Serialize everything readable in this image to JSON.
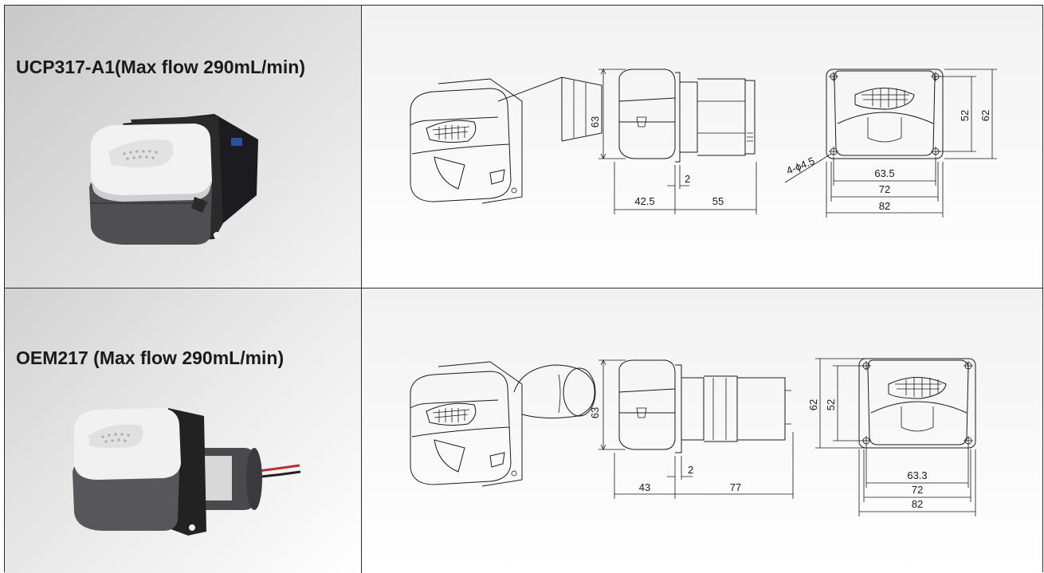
{
  "rows": [
    {
      "model": "UCP317-A1(Max flow 290mL/min)",
      "side_dims": {
        "height": "63",
        "gap": "2",
        "depth_front": "42.5",
        "depth_motor": "55"
      },
      "front_dims": {
        "hole": "4-ϕ4.5",
        "inner_h": "52",
        "outer_h": "62",
        "hole_span": "63.5",
        "mid_w": "72",
        "outer_w": "82"
      }
    },
    {
      "model": "OEM217 (Max flow 290mL/min)",
      "side_dims": {
        "height": "63",
        "gap": "2",
        "depth_front": "43",
        "depth_motor": "77"
      },
      "front_dims": {
        "outer_h": "62",
        "inner_h": "52",
        "hole_span": "63.3",
        "mid_w": "72",
        "outer_w": "82"
      }
    }
  ],
  "icons": {
    "pump_photo": "peristaltic-pump-photo",
    "iso_drawing": "pump-isometric-drawing",
    "side_drawing": "pump-side-view-drawing",
    "front_drawing": "pump-front-view-drawing"
  }
}
